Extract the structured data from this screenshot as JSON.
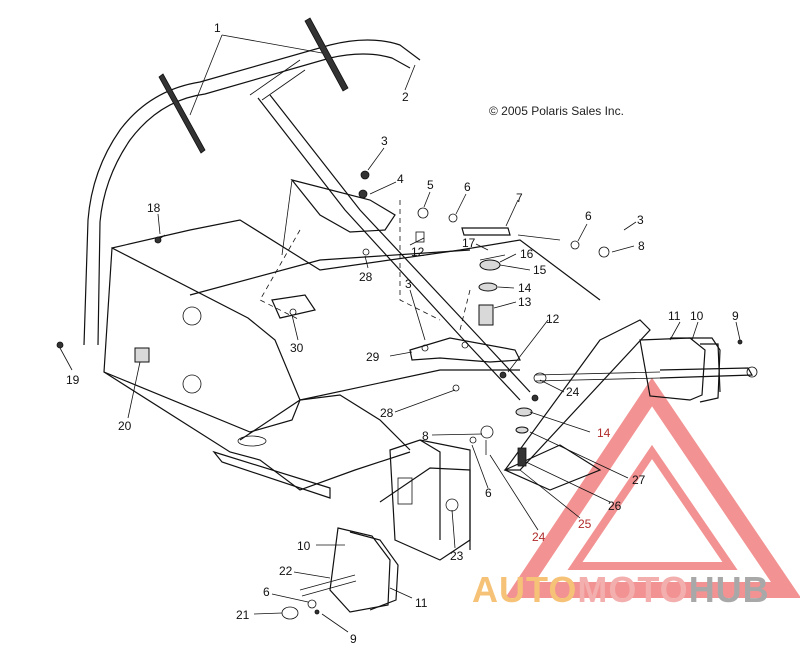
{
  "copyright": "© 2005 Polaris Sales Inc.",
  "callouts": [
    {
      "id": "c1",
      "label": "1"
    },
    {
      "id": "c2",
      "label": "2"
    },
    {
      "id": "c3a",
      "label": "3"
    },
    {
      "id": "c4",
      "label": "4"
    },
    {
      "id": "c5",
      "label": "5"
    },
    {
      "id": "c6a",
      "label": "6"
    },
    {
      "id": "c7",
      "label": "7"
    },
    {
      "id": "c6b",
      "label": "6"
    },
    {
      "id": "c3b",
      "label": "3"
    },
    {
      "id": "c8a",
      "label": "8"
    },
    {
      "id": "c18",
      "label": "18"
    },
    {
      "id": "c12a",
      "label": "12"
    },
    {
      "id": "c17",
      "label": "17"
    },
    {
      "id": "c16",
      "label": "16"
    },
    {
      "id": "c15",
      "label": "15"
    },
    {
      "id": "c28a",
      "label": "28"
    },
    {
      "id": "c14a",
      "label": "14"
    },
    {
      "id": "c3c",
      "label": "3"
    },
    {
      "id": "c13",
      "label": "13"
    },
    {
      "id": "c12b",
      "label": "12"
    },
    {
      "id": "c11a",
      "label": "11"
    },
    {
      "id": "c10a",
      "label": "10"
    },
    {
      "id": "c9a",
      "label": "9"
    },
    {
      "id": "c30",
      "label": "30"
    },
    {
      "id": "c29",
      "label": "29"
    },
    {
      "id": "c19",
      "label": "19"
    },
    {
      "id": "c24a",
      "label": "24"
    },
    {
      "id": "c28b",
      "label": "28"
    },
    {
      "id": "c20",
      "label": "20"
    },
    {
      "id": "c14b",
      "label": "14"
    },
    {
      "id": "c8b",
      "label": "8"
    },
    {
      "id": "c27",
      "label": "27"
    },
    {
      "id": "c6c",
      "label": "6"
    },
    {
      "id": "c26",
      "label": "26"
    },
    {
      "id": "c25",
      "label": "25"
    },
    {
      "id": "c24b",
      "label": "24"
    },
    {
      "id": "c23",
      "label": "23"
    },
    {
      "id": "c10b",
      "label": "10"
    },
    {
      "id": "c22",
      "label": "22"
    },
    {
      "id": "c6d",
      "label": "6"
    },
    {
      "id": "c11b",
      "label": "11"
    },
    {
      "id": "c21",
      "label": "21"
    },
    {
      "id": "c9b",
      "label": "9"
    }
  ],
  "watermark": {
    "part1": "AUTO",
    "part2": "MOTO",
    "part3": "HUB",
    "color1": "#f4b860",
    "color2": "#f2a0a0",
    "color3": "#9a9a9a",
    "triangle_color": "#f08080"
  }
}
